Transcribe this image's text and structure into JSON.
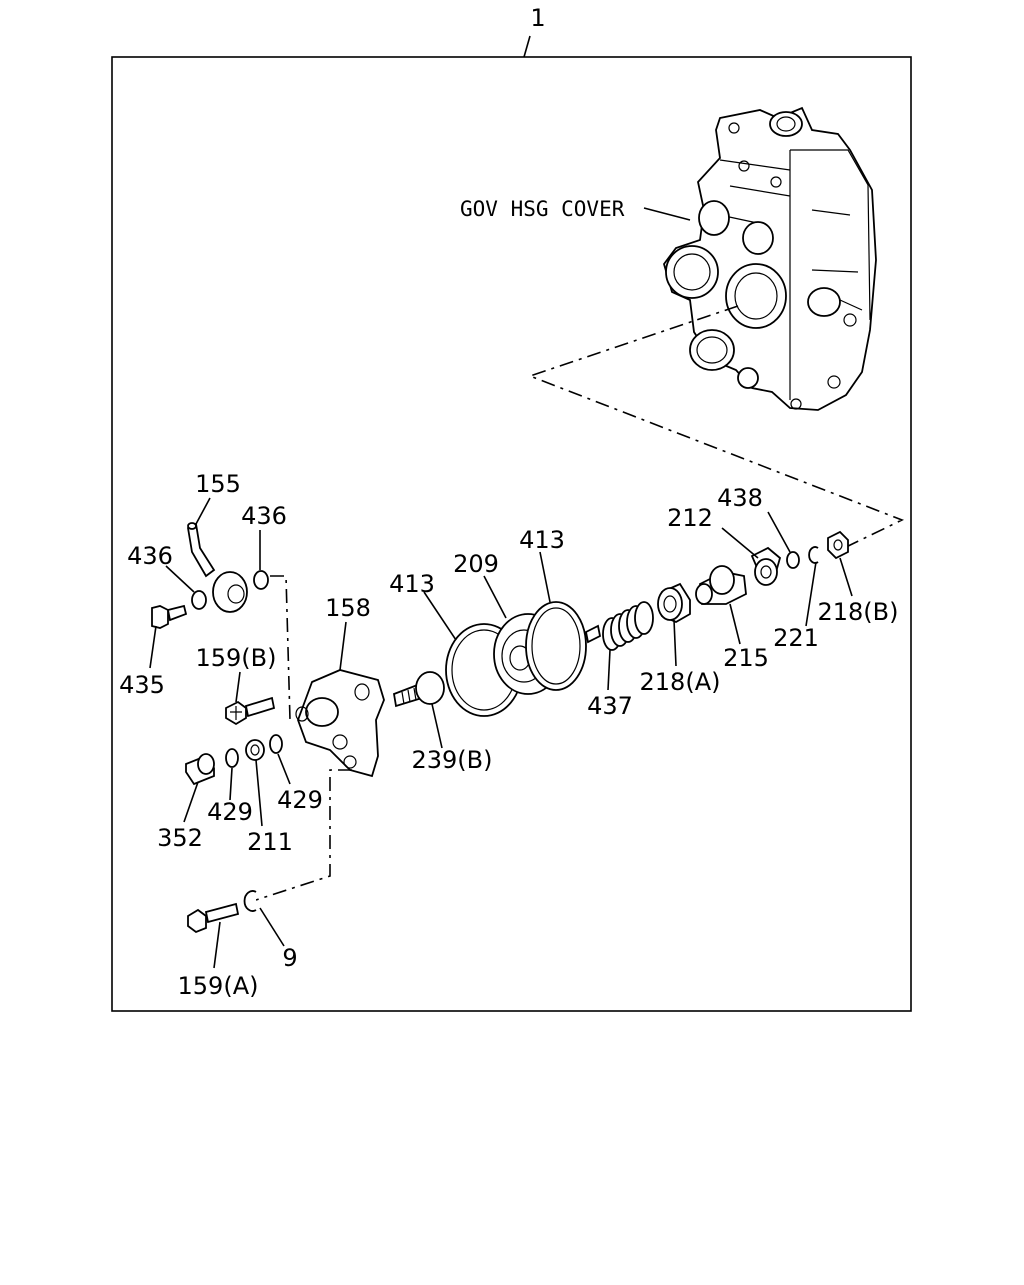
{
  "diagram": {
    "assembly_number": "1",
    "cover_label": "GOV HSG COVER",
    "callouts": {
      "c155": "155",
      "c436_left": "436",
      "c436_right": "436",
      "c435": "435",
      "c158": "158",
      "c159b": "159(B)",
      "c352": "352",
      "c429_left": "429",
      "c211": "211",
      "c429_right": "429",
      "c9": "9",
      "c159a": "159(A)",
      "c239b": "239(B)",
      "c413_left": "413",
      "c209": "209",
      "c413_right": "413",
      "c437": "437",
      "c218a": "218(A)",
      "c215": "215",
      "c212": "212",
      "c438": "438",
      "c221": "221",
      "c218b": "218(B)"
    }
  }
}
